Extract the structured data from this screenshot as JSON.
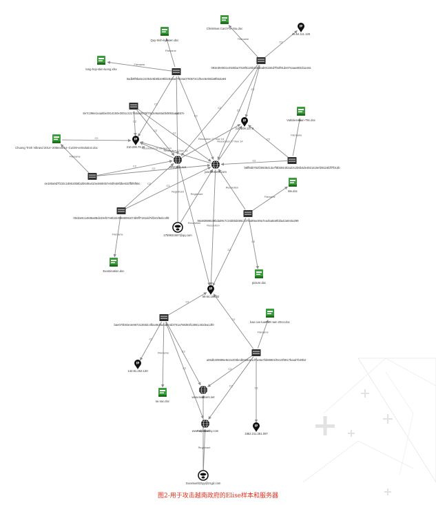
{
  "caption": "图2-用于攻击越南政府的Elise样本和服务器",
  "nodes": [
    {
      "id": "n1",
      "type": "doc",
      "label": "Quy-trinh-kyluoen.doc"
    },
    {
      "id": "n2",
      "type": "doc",
      "label": "Christmas Card For You.doc"
    },
    {
      "id": "n3",
      "type": "ip",
      "label": "45.64.111.130"
    },
    {
      "id": "n4",
      "type": "doc",
      "label": "tong-hop-skin-luong.xlsx"
    },
    {
      "id": "n5",
      "type": "hash",
      "label": "093e394931e4545ba7019f5119b16ba5ab91156d7f92f91de074aaa803d1a44a"
    },
    {
      "id": "n6",
      "type": "hash",
      "label": "0adb9f9ba5c21054e5b9b2e9bbc8abae7834a0700672c1f5ec6e50da9f8a3a94"
    },
    {
      "id": "n7",
      "type": "hash",
      "label": "8e7c298e1eaa5be2814150e3001c221763aa2076f70c2e9a84a0b0892aaa467e"
    },
    {
      "id": "n8",
      "type": "doc",
      "label": "Vutlolien-tuan-T9c.doc"
    },
    {
      "id": "n9",
      "type": "ip",
      "label": "210.209.127.8"
    },
    {
      "id": "n10",
      "type": "ip",
      "label": "210.209.79.29"
    },
    {
      "id": "n11",
      "type": "doc",
      "label": "Chuong Trinh Vibrand 2014--20ttee2014--CuGM-vetSolution.doc"
    },
    {
      "id": "n12",
      "type": "domain",
      "label": "DNS2ms.net"
    },
    {
      "id": "n13",
      "type": "domain",
      "label": "joachmsn09.com"
    },
    {
      "id": "n14",
      "type": "hash",
      "label": "b8ff8d0762f25935413a7f8bb94402a23c2b6b4de4921418ef29116fdf7f013b"
    },
    {
      "id": "n15",
      "type": "hash",
      "label": "4e180a9d7f233c189519b6fa2b649a410e4669457e0dfe59fdbe632ffbf6f55c"
    },
    {
      "id": "n16",
      "type": "doc",
      "label": "Me.doc"
    },
    {
      "id": "n17",
      "type": "hash",
      "label": "00d2e9c14835a08d220ef27e8b3249868081674b9ff7181dd7df241f6dcc3f8"
    },
    {
      "id": "n18",
      "type": "hash",
      "label": "96a93986549bda89c7c34d68d485c2378a89ac69a7ea45a8a9fdda42a944a299"
    },
    {
      "id": "n19",
      "type": "email",
      "label": "2759931597@qq.com"
    },
    {
      "id": "n20",
      "type": "doc",
      "label": "Examination.doc"
    },
    {
      "id": "n21",
      "type": "doc",
      "label": "picture.doc"
    },
    {
      "id": "n22",
      "type": "ip",
      "label": "58.64.185.92"
    },
    {
      "id": "n23",
      "type": "hash",
      "label": "bae070b03e4e96731360dc4fba49d0a4abe4d3701a768393f13861c82dea13f0"
    },
    {
      "id": "n24",
      "type": "doc",
      "label": "bao cao tuan 39 nam 2014.doc"
    },
    {
      "id": "n25",
      "type": "hash",
      "label": "a06db209895e9e2e203bedb518ae1d71e6a7bb89801f0e10f5917baad7b49b2"
    },
    {
      "id": "n26",
      "type": "ip",
      "label": "142.91.252.130"
    },
    {
      "id": "n27",
      "type": "doc",
      "label": "tai sac.doc"
    },
    {
      "id": "n28",
      "type": "domain",
      "label": "www.sershers.net"
    },
    {
      "id": "n29",
      "type": "domain",
      "label": "www.abimcasky.com"
    },
    {
      "id": "n30",
      "type": "ip",
      "label": "1862.211.281.097"
    },
    {
      "id": "n31",
      "type": "email",
      "label": "Xxxxmash33yy@21gd.com"
    }
  ],
  "edges": [
    {
      "from": "n5",
      "to": "n2",
      "label": "Filename"
    },
    {
      "from": "n5",
      "to": "n3",
      "label": "C2"
    },
    {
      "from": "n6",
      "to": "n1",
      "label": "Filename"
    },
    {
      "from": "n6",
      "to": "n4",
      "label": "Filename"
    },
    {
      "from": "n6",
      "to": "n12",
      "label": "C2"
    },
    {
      "from": "n6",
      "to": "n13",
      "label": "C2"
    },
    {
      "from": "n6",
      "to": "n10",
      "label": "C2"
    },
    {
      "from": "n5",
      "to": "n12",
      "label": "C2"
    },
    {
      "from": "n5",
      "to": "n13",
      "label": "C2"
    },
    {
      "from": "n5",
      "to": "n9",
      "label": "C2"
    },
    {
      "from": "n7",
      "to": "n10",
      "label": "C2"
    },
    {
      "from": "n7",
      "to": "n12",
      "label": "C2"
    },
    {
      "from": "n7",
      "to": "n13",
      "label": "C2"
    },
    {
      "from": "n14",
      "to": "n8",
      "label": "Filename"
    },
    {
      "from": "n14",
      "to": "n13",
      "label": "C2"
    },
    {
      "from": "n14",
      "to": "n9",
      "label": "C2"
    },
    {
      "from": "n12",
      "to": "n10",
      "label": "Resolution 11-20 Nov 14"
    },
    {
      "from": "n12",
      "to": "n9",
      "label": "Resolution 27 Nov 14"
    },
    {
      "from": "n13",
      "to": "n10",
      "label": "Resolution 3 Nov 14"
    },
    {
      "from": "n13",
      "to": "n9",
      "label": "Resolution 27 Nov 14"
    },
    {
      "from": "n11",
      "to": "n10",
      "label": "C2"
    },
    {
      "from": "n15",
      "to": "n11",
      "label": "Filename"
    },
    {
      "from": "n15",
      "to": "n12",
      "label": "C2"
    },
    {
      "from": "n15",
      "to": "n13",
      "label": "C2"
    },
    {
      "from": "n17",
      "to": "n12",
      "label": "C2"
    },
    {
      "from": "n17",
      "to": "n13",
      "label": "C2"
    },
    {
      "from": "n17",
      "to": "n20",
      "label": "Filename"
    },
    {
      "from": "n18",
      "to": "n16",
      "label": "Filename"
    },
    {
      "from": "n18",
      "to": "n13",
      "label": "Resolution"
    },
    {
      "from": "n18",
      "to": "n21",
      "label": "C2"
    },
    {
      "from": "n18",
      "to": "n22",
      "label": "C2"
    },
    {
      "from": "n19",
      "to": "n12",
      "label": "Registrant"
    },
    {
      "from": "n19",
      "to": "n13",
      "label": "Registrant"
    },
    {
      "from": "n12",
      "to": "n22",
      "label": "Resolution"
    },
    {
      "from": "n13",
      "to": "n22",
      "label": "Resolution"
    },
    {
      "from": "n23",
      "to": "n22",
      "label": "C2"
    },
    {
      "from": "n23",
      "to": "n26",
      "label": "C2"
    },
    {
      "from": "n23",
      "to": "n27",
      "label": "Filename"
    },
    {
      "from": "n23",
      "to": "n28",
      "label": "C2"
    },
    {
      "from": "n23",
      "to": "n29",
      "label": "C2"
    },
    {
      "from": "n25",
      "to": "n24",
      "label": "Filename"
    },
    {
      "from": "n25",
      "to": "n22",
      "label": "C2"
    },
    {
      "from": "n25",
      "to": "n28",
      "label": "C2"
    },
    {
      "from": "n25",
      "to": "n29",
      "label": "C2"
    },
    {
      "from": "n25",
      "to": "n30",
      "label": "C2"
    },
    {
      "from": "n31",
      "to": "n29",
      "label": "Registrant"
    },
    {
      "from": "n31",
      "to": "n28",
      "label": "Registrant"
    }
  ]
}
